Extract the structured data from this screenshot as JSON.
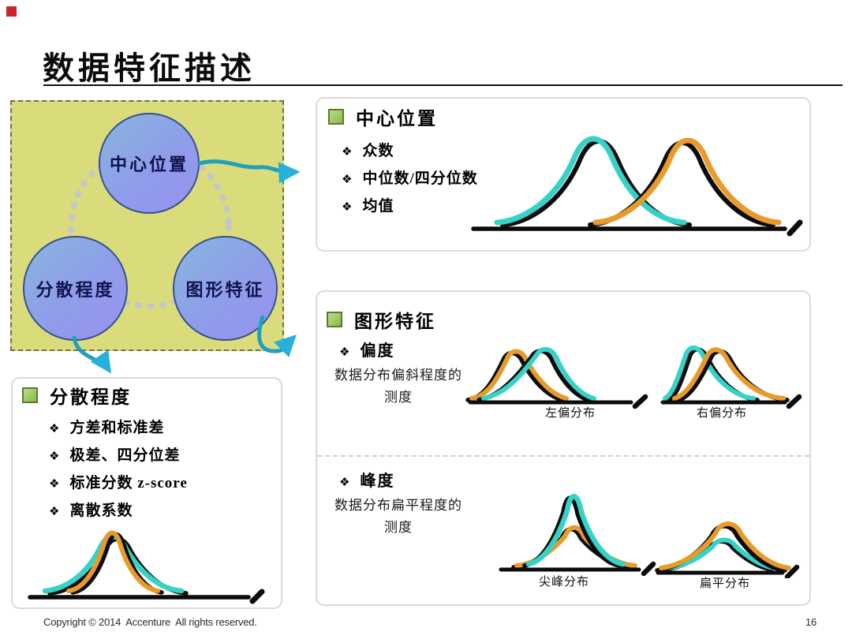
{
  "slide": {
    "title": "数据特征描述",
    "page_number": "16",
    "copyright": "Copyright © 2014  Accenture  All rights reserved."
  },
  "bullet_char": "❖",
  "diagram": {
    "circles": [
      {
        "label": "中心位置"
      },
      {
        "label": "分散程度"
      },
      {
        "label": "图形特征"
      }
    ]
  },
  "center_box": {
    "title": "中心位置",
    "bullets": [
      "众数",
      "中位数/四分位数",
      "均值"
    ],
    "chart": {
      "type": "illustration",
      "series_colors": [
        "#35d2c8",
        "#e89a2b"
      ],
      "note": "two overlapping bell curves"
    }
  },
  "dispersion_box": {
    "title": "分散程度",
    "bullets": [
      "方差和标准差",
      "极差、四分位差",
      "标准分数 z-score",
      "离散系数"
    ],
    "chart": {
      "type": "illustration",
      "series_colors": [
        "#35d2c8",
        "#e89a2b"
      ],
      "note": "narrow and wide bell curves overlaid"
    }
  },
  "shape_box": {
    "title": "图形特征",
    "skewness": {
      "label": "偏度",
      "desc": "数据分布偏斜程度的测度",
      "charts": [
        {
          "caption": "左偏分布"
        },
        {
          "caption": "右偏分布"
        }
      ]
    },
    "kurtosis": {
      "label": "峰度",
      "desc": "数据分布扁平程度的测度",
      "charts": [
        {
          "caption": "尖峰分布"
        },
        {
          "caption": "扁平分布"
        }
      ]
    }
  },
  "colors": {
    "panel_yellow": "#dadc7b",
    "circle_blue_start": "#87b6de",
    "circle_blue_end": "#9792ee",
    "arrow_teal": "#1fa0bf",
    "curve_cyan": "#35d2c8",
    "curve_orange": "#e89a2b",
    "green_square": "#8aba48"
  }
}
